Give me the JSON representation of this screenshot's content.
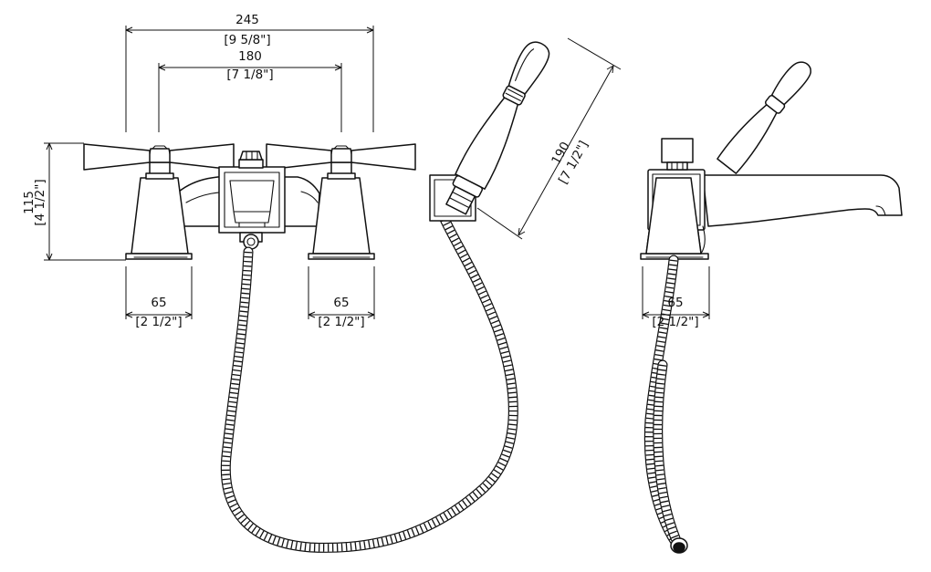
{
  "dimensions": {
    "overall_width": {
      "mm": "245",
      "inch": "[9 5/8\"]"
    },
    "centers": {
      "mm": "180",
      "inch": "[7 1/8\"]"
    },
    "height": {
      "mm": "115",
      "inch": "[4 1/2\"]"
    },
    "left_base": {
      "mm": "65",
      "inch": "[2 1/2\"]"
    },
    "right_base": {
      "mm": "65",
      "inch": "[2 1/2\"]"
    },
    "handshower": {
      "mm": "190",
      "inch": "[7 1/2\"]"
    },
    "side_base": {
      "mm": "65",
      "inch": "[2 1/2\"]"
    }
  },
  "colors": {
    "line": "#111111",
    "background": "#ffffff"
  }
}
